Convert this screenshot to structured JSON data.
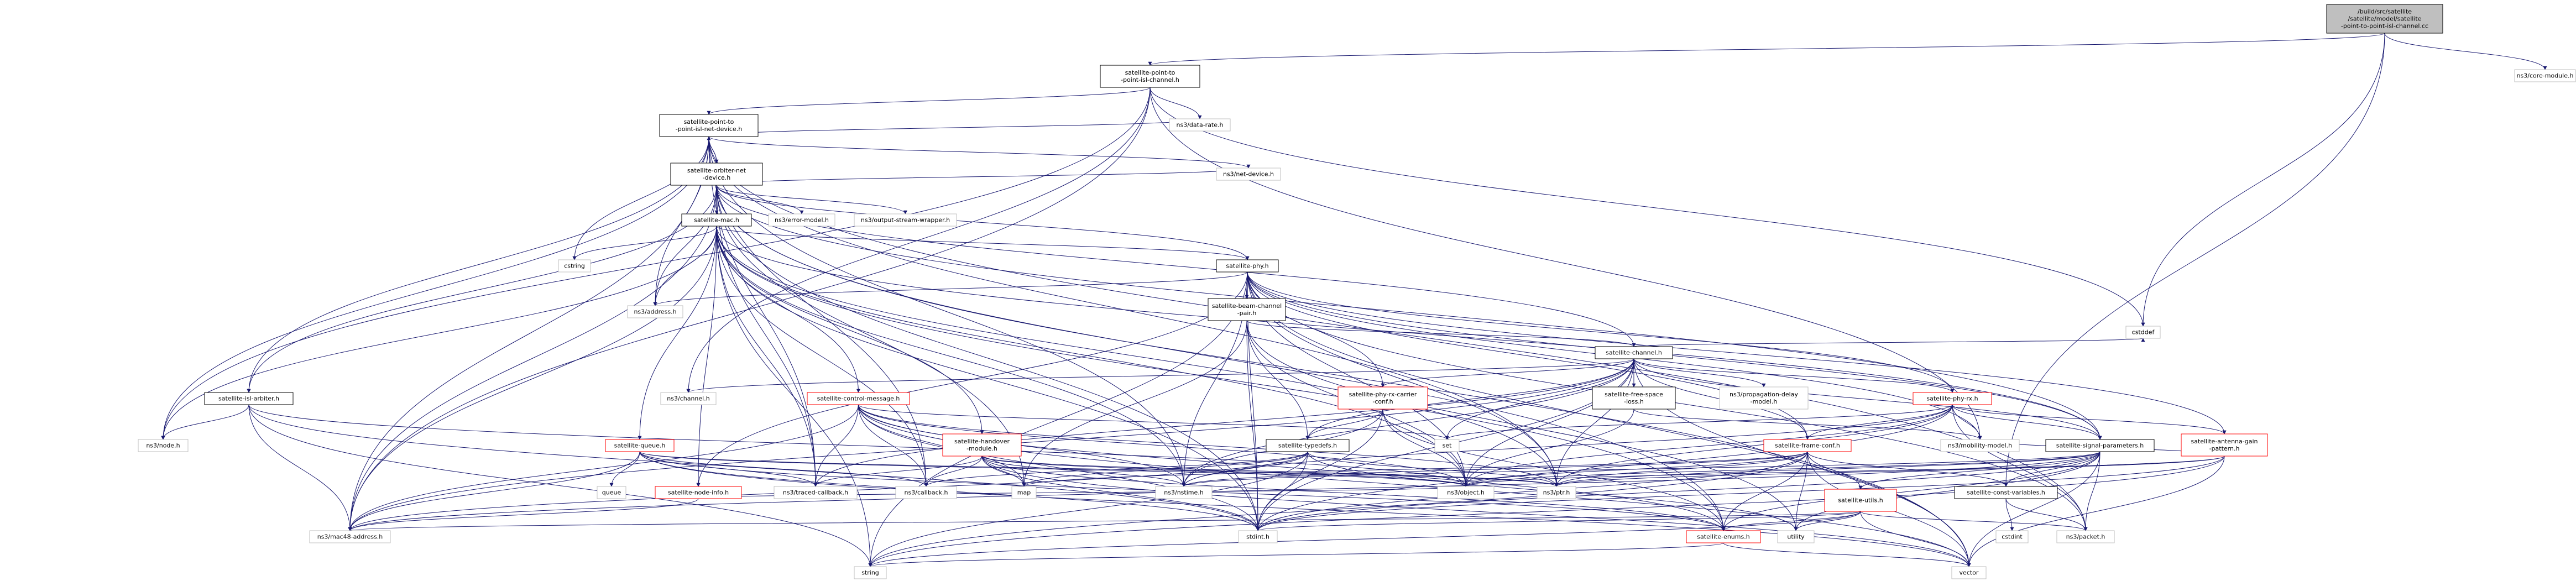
{
  "colors": {
    "edge": "#191970",
    "node_border": "#000000",
    "red_border": "#ff0000",
    "gray_border": "#bfbfbf",
    "root_fill": "#bfbfbf",
    "node_fill": "#ffffff"
  },
  "nodes": [
    {
      "id": "root",
      "lines": [
        "/build/src/satellite",
        "/satellite/model/satellite",
        "-point-to-point-isl-channel.cc"
      ],
      "style": "root"
    },
    {
      "id": "p2p_isl_channel_h",
      "lines": [
        "satellite-point-to",
        "-point-isl-channel.h"
      ],
      "style": "normal"
    },
    {
      "id": "core_module",
      "lines": [
        "ns3/core-module.h"
      ],
      "style": "gray"
    },
    {
      "id": "p2p_isl_net_device_h",
      "lines": [
        "satellite-point-to",
        "-point-isl-net-device.h"
      ],
      "style": "normal"
    },
    {
      "id": "data_rate",
      "lines": [
        "ns3/data-rate.h"
      ],
      "style": "gray"
    },
    {
      "id": "cstddef",
      "lines": [
        "cstddef"
      ],
      "style": "gray"
    },
    {
      "id": "orbiter_net_device_h",
      "lines": [
        "satellite-orbiter-net",
        "-device.h"
      ],
      "style": "normal"
    },
    {
      "id": "net_device",
      "lines": [
        "ns3/net-device.h"
      ],
      "style": "gray"
    },
    {
      "id": "satellite_mac_h",
      "lines": [
        "satellite-mac.h"
      ],
      "style": "normal"
    },
    {
      "id": "error_model",
      "lines": [
        "ns3/error-model.h"
      ],
      "style": "gray"
    },
    {
      "id": "output_stream_wrapper",
      "lines": [
        "ns3/output-stream-wrapper.h"
      ],
      "style": "gray"
    },
    {
      "id": "cstring",
      "lines": [
        "cstring"
      ],
      "style": "gray"
    },
    {
      "id": "satellite_phy_h",
      "lines": [
        "satellite-phy.h"
      ],
      "style": "normal"
    },
    {
      "id": "address",
      "lines": [
        "ns3/address.h"
      ],
      "style": "gray"
    },
    {
      "id": "beam_channel_pair_h",
      "lines": [
        "satellite-beam-channel",
        "-pair.h"
      ],
      "style": "normal"
    },
    {
      "id": "satellite_channel_h",
      "lines": [
        "satellite-channel.h"
      ],
      "style": "normal"
    },
    {
      "id": "isl_arbiter_h",
      "lines": [
        "satellite-isl-arbiter.h"
      ],
      "style": "normal"
    },
    {
      "id": "node",
      "lines": [
        "ns3/node.h"
      ],
      "style": "gray"
    },
    {
      "id": "channel",
      "lines": [
        "ns3/channel.h"
      ],
      "style": "gray"
    },
    {
      "id": "control_message_h",
      "lines": [
        "satellite-control-message.h"
      ],
      "style": "red"
    },
    {
      "id": "phy_rx_carrier_conf_h",
      "lines": [
        "satellite-phy-rx-carrier",
        "-conf.h"
      ],
      "style": "red"
    },
    {
      "id": "free_space_loss_h",
      "lines": [
        "satellite-free-space",
        "-loss.h"
      ],
      "style": "normal"
    },
    {
      "id": "propagation_delay_model",
      "lines": [
        "ns3/propagation-delay",
        "-model.h"
      ],
      "style": "gray"
    },
    {
      "id": "phy_rx_h",
      "lines": [
        "satellite-phy-rx.h"
      ],
      "style": "red"
    },
    {
      "id": "queue_h",
      "lines": [
        "satellite-queue.h"
      ],
      "style": "red"
    },
    {
      "id": "handover_module_h",
      "lines": [
        "satellite-handover",
        "-module.h"
      ],
      "style": "red"
    },
    {
      "id": "typedefs_h",
      "lines": [
        "satellite-typedefs.h"
      ],
      "style": "normal"
    },
    {
      "id": "set",
      "lines": [
        "set"
      ],
      "style": "gray"
    },
    {
      "id": "frame_conf_h",
      "lines": [
        "satellite-frame-conf.h"
      ],
      "style": "red"
    },
    {
      "id": "mobility_model",
      "lines": [
        "ns3/mobility-model.h"
      ],
      "style": "gray"
    },
    {
      "id": "signal_parameters_h",
      "lines": [
        "satellite-signal-parameters.h"
      ],
      "style": "normal"
    },
    {
      "id": "antenna_gain_pattern_h",
      "lines": [
        "satellite-antenna-gain",
        "-pattern.h"
      ],
      "style": "red"
    },
    {
      "id": "queue",
      "lines": [
        "queue"
      ],
      "style": "gray"
    },
    {
      "id": "node_info_h",
      "lines": [
        "satellite-node-info.h"
      ],
      "style": "red"
    },
    {
      "id": "traced_callback",
      "lines": [
        "ns3/traced-callback.h"
      ],
      "style": "gray"
    },
    {
      "id": "callback",
      "lines": [
        "ns3/callback.h"
      ],
      "style": "gray"
    },
    {
      "id": "map",
      "lines": [
        "map"
      ],
      "style": "gray"
    },
    {
      "id": "nstime",
      "lines": [
        "ns3/nstime.h"
      ],
      "style": "gray"
    },
    {
      "id": "object",
      "lines": [
        "ns3/object.h"
      ],
      "style": "gray"
    },
    {
      "id": "ptr",
      "lines": [
        "ns3/ptr.h"
      ],
      "style": "gray"
    },
    {
      "id": "const_variables_h",
      "lines": [
        "satellite-const-variables.h"
      ],
      "style": "normal"
    },
    {
      "id": "utils_h",
      "lines": [
        "satellite-utils.h"
      ],
      "style": "red"
    },
    {
      "id": "mac48_address",
      "lines": [
        "ns3/mac48-address.h"
      ],
      "style": "gray"
    },
    {
      "id": "stdint",
      "lines": [
        "stdint.h"
      ],
      "style": "gray"
    },
    {
      "id": "utility",
      "lines": [
        "utility"
      ],
      "style": "gray"
    },
    {
      "id": "cstdint",
      "lines": [
        "cstdint"
      ],
      "style": "gray"
    },
    {
      "id": "enums_h",
      "lines": [
        "satellite-enums.h"
      ],
      "style": "red"
    },
    {
      "id": "packet",
      "lines": [
        "ns3/packet.h"
      ],
      "style": "gray"
    },
    {
      "id": "string",
      "lines": [
        "string"
      ],
      "style": "gray"
    },
    {
      "id": "vector",
      "lines": [
        "vector"
      ],
      "style": "gray"
    }
  ]
}
